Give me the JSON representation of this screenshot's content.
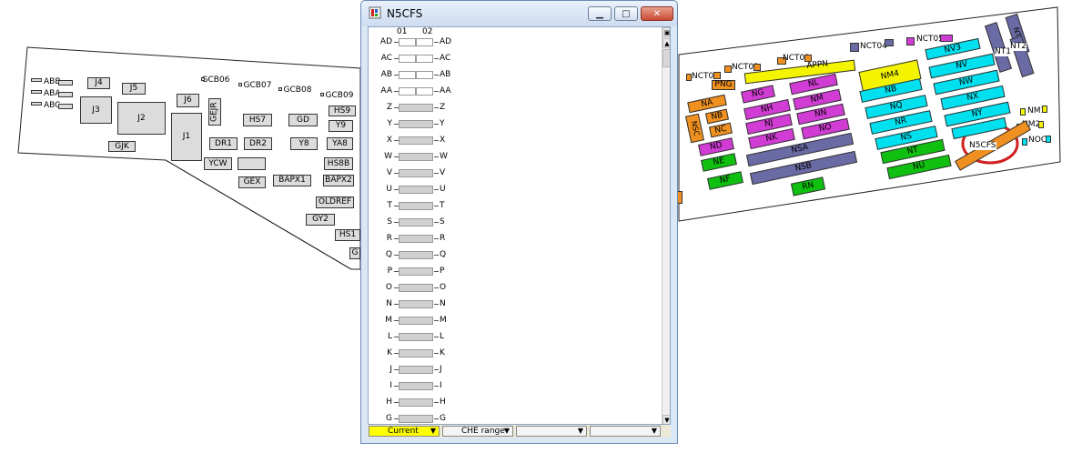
{
  "window": {
    "title": "N5CFS",
    "minimize_label": "▁",
    "maximize_label": "□",
    "close_label": "✕",
    "column_headers": [
      "01",
      "02"
    ],
    "rows": [
      "AD",
      "AC",
      "AB",
      "AA",
      "Z",
      "Y",
      "X",
      "W",
      "V",
      "U",
      "T",
      "S",
      "R",
      "Q",
      "P",
      "O",
      "N",
      "M",
      "L",
      "K",
      "J",
      "I",
      "H",
      "G"
    ],
    "status": [
      {
        "label": "Current",
        "color": "#ffff00"
      },
      {
        "label": "CHE range",
        "color": "#ece9d8"
      },
      {
        "label": "",
        "color": "#ece9d8"
      },
      {
        "label": "",
        "color": "#ece9d8"
      }
    ]
  },
  "left_map": {
    "blocks": [
      "ABB",
      "ABA",
      "ABC",
      "J4",
      "J5",
      "J3",
      "J2",
      "J6",
      "J1",
      "GEJR",
      "GCB06",
      "GCB07",
      "GCB08",
      "GCB09",
      "HS7",
      "GD",
      "HS9",
      "Y9",
      "DR1",
      "DR2",
      "Y8",
      "YA8",
      "YCW",
      "HS8B",
      "GEX",
      "BAPX1",
      "BAPX2",
      "GJK",
      "OLDREF",
      "GY2",
      "HS1",
      "G"
    ]
  },
  "right_map": {
    "blocks": [
      "NCT04",
      "NCT05",
      "NCT03",
      "NCT02",
      "NCT01",
      "APPN",
      "PNG",
      "NT3",
      "NT1",
      "NT2",
      "NV3",
      "NV",
      "NW",
      "NX",
      "NY",
      "NM4",
      "NB",
      "NQ",
      "NR",
      "NS",
      "NT",
      "NU",
      "NG",
      "NH",
      "NJ",
      "NK",
      "NL",
      "NM",
      "NN",
      "NO",
      "NSA",
      "NSB",
      "RN",
      "NA",
      "NB",
      "NC",
      "NSC",
      "ND",
      "NE",
      "NF",
      "NM1",
      "NM2",
      "NOC",
      "N5CFS"
    ]
  }
}
